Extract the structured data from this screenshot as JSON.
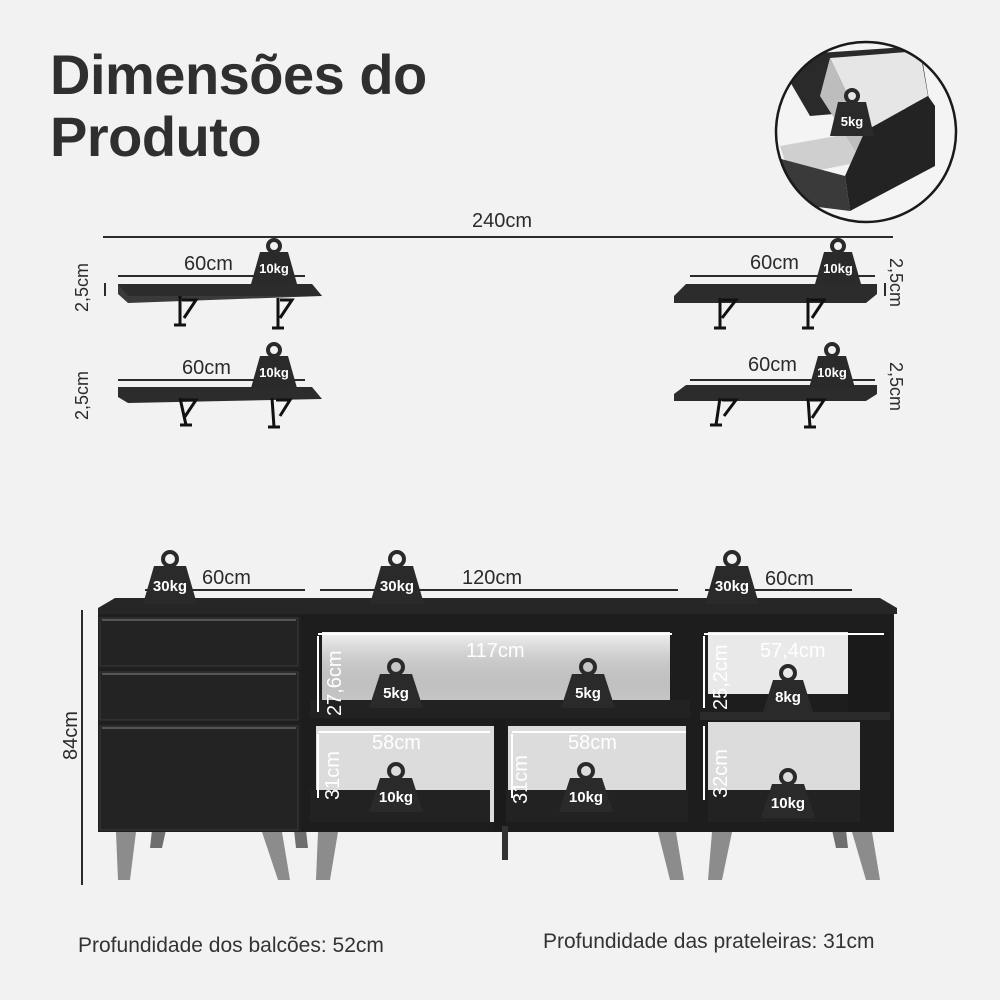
{
  "title": {
    "line1": "Dimensões do",
    "line2": "Produto"
  },
  "drawer_detail": {
    "weight": "5kg"
  },
  "overall_width": "240cm",
  "shelves": [
    {
      "width": "60cm",
      "weight": "10kg",
      "thickness": "2,5cm"
    },
    {
      "width": "60cm",
      "weight": "10kg",
      "thickness": "2,5cm"
    },
    {
      "width": "60cm",
      "weight": "10kg",
      "thickness": "2,5cm"
    },
    {
      "width": "60cm",
      "weight": "10kg",
      "thickness": "2,5cm"
    }
  ],
  "cabinets": {
    "left": {
      "width": "60cm",
      "top_weight": "30kg"
    },
    "center": {
      "width": "120cm",
      "top_weight": "30kg",
      "inner_width": "117cm",
      "upper_height": "27,6cm",
      "upper_weights": [
        "5kg",
        "5kg"
      ],
      "compartment_widths": [
        "58cm",
        "58cm"
      ],
      "lower_heights": [
        "31cm",
        "31cm"
      ],
      "lower_weights": [
        "10kg",
        "10kg"
      ]
    },
    "right": {
      "width": "60cm",
      "top_weight": "30kg",
      "inner_width": "57,4cm",
      "upper_height": "25,2cm",
      "upper_weight": "8kg",
      "lower_height": "32cm",
      "lower_weight": "10kg"
    }
  },
  "overall_height": "84cm",
  "footer": {
    "cabinet_depth": "Profundidade dos balcões: 52cm",
    "shelf_depth": "Profundidade das prateleiras: 31cm"
  }
}
